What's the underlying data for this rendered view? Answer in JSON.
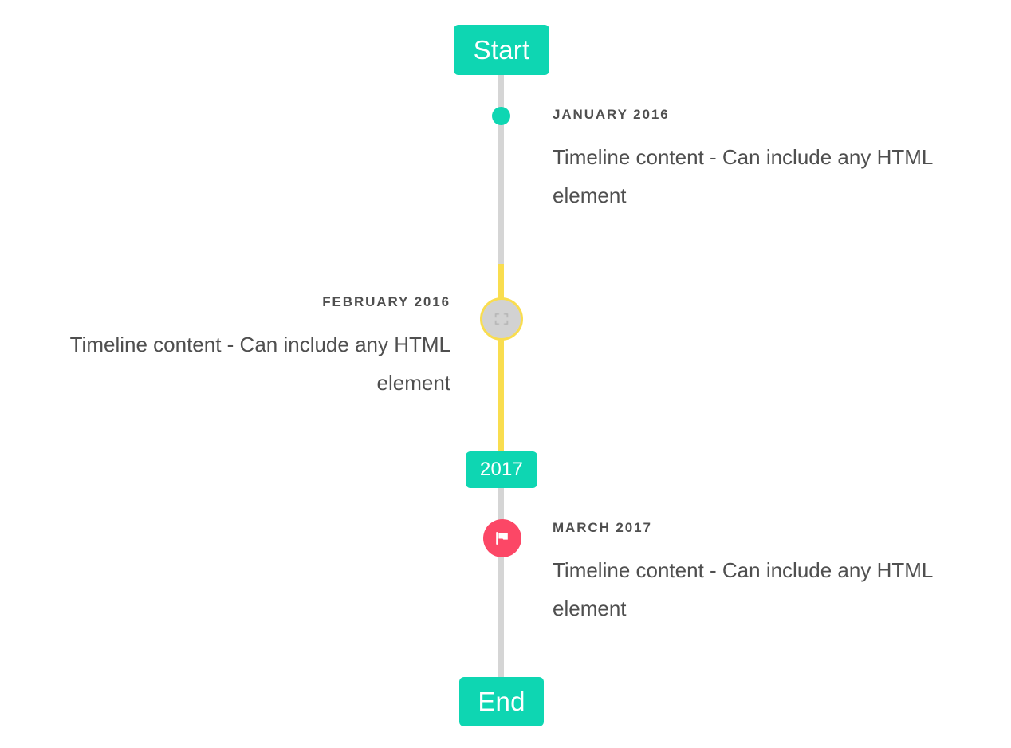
{
  "timeline": {
    "start_label": "Start",
    "end_label": "End",
    "year_marker_label": "2017",
    "line_colors": {
      "default": "#d5d5d5",
      "highlight": "#f9dd4f"
    },
    "accent_colors": {
      "teal": "#0ed6b2",
      "pink": "#fc4766",
      "amber": "#f9dd4f",
      "marker_grey": "#d2d2d2"
    },
    "entries": [
      {
        "date": "JANUARY 2016",
        "body": "Timeline content - Can include any HTML element",
        "side": "right",
        "marker": "dot-icon",
        "marker_color": "#0ed6b2"
      },
      {
        "date": "FEBRUARY 2016",
        "body": "Timeline content - Can include any HTML element",
        "side": "left",
        "marker": "broken-image-icon",
        "marker_color": "#d2d2d2"
      },
      {
        "date": "MARCH 2017",
        "body": "Timeline content - Can include any HTML element",
        "side": "right",
        "marker": "flag-icon",
        "marker_color": "#fc4766"
      }
    ]
  }
}
